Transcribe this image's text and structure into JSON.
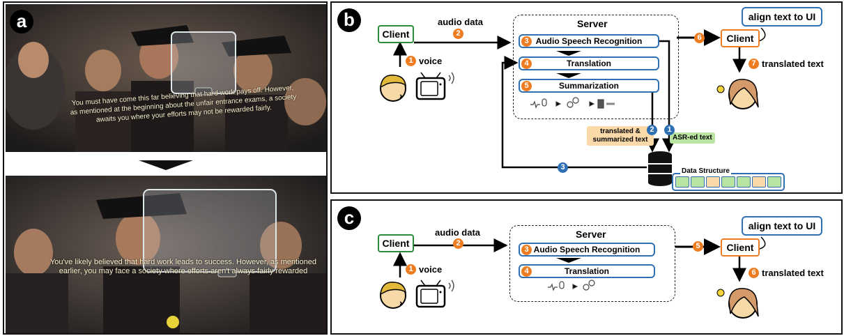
{
  "panel_labels": {
    "a": "a",
    "b": "b",
    "c": "c"
  },
  "panel_a": {
    "caption_top": "You must have come this far believing that hard work pays off. However, as mentioned at the beginning about the unfair entrance exams, a society awaits you where your efforts may not be rewarded fairly.",
    "caption_bottom": "You've likely believed that hard work leads to success. However, as mentioned earlier, you may face a society where efforts aren't always fairly rewarded"
  },
  "panel_b": {
    "client_left": "Client",
    "audio_data": "audio data",
    "voice": "voice",
    "server_title": "Server",
    "stages": [
      "Audio Speech Recognition",
      "Translation",
      "Summarization"
    ],
    "align_text": "align text to UI",
    "client_right": "Client",
    "translated_text": "translated text",
    "tag_translated": "translated & summarized text",
    "tag_asr": "ASR-ed text",
    "data_structure": "Data Structure",
    "nums": {
      "voice": "1",
      "audio": "2",
      "asr": "3",
      "translation": "4",
      "summ": "5",
      "to_client": "6",
      "translated": "7",
      "blue1": "1",
      "blue2": "2",
      "blue3": "3"
    }
  },
  "panel_c": {
    "client_left": "Client",
    "audio_data": "audio data",
    "voice": "voice",
    "server_title": "Server",
    "stages": [
      "Audio Speech Recognition",
      "Translation"
    ],
    "align_text": "align text to UI",
    "client_right": "Client",
    "translated_text": "translated text",
    "nums": {
      "voice": "1",
      "audio": "2",
      "asr": "3",
      "translation": "4",
      "to_client": "5",
      "translated": "6"
    }
  },
  "colors": {
    "orange": "#ee7d22",
    "blue": "#2f6fb3",
    "green": "#2d8a3a",
    "tag_orange": "#fbd9a8",
    "tag_green": "#b9e3a0"
  }
}
